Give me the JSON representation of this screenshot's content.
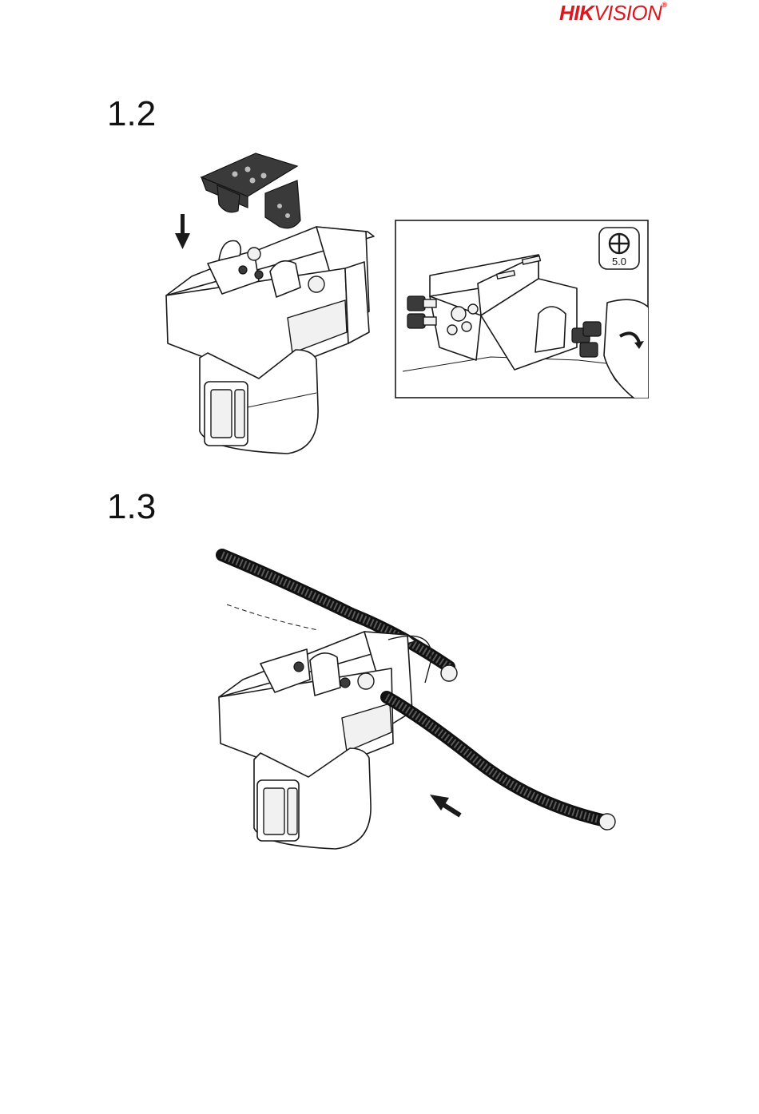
{
  "brand": {
    "hik": "HIK",
    "vision": "VISION",
    "reg": "®"
  },
  "steps": [
    {
      "number": "1.2"
    },
    {
      "number": "1.3"
    }
  ],
  "detail": {
    "tool_size": "5.0"
  },
  "icons": [
    "arrow-down-icon",
    "phillips-screwdriver-icon",
    "rotate-clockwise-icon",
    "arrow-insert-icon"
  ]
}
